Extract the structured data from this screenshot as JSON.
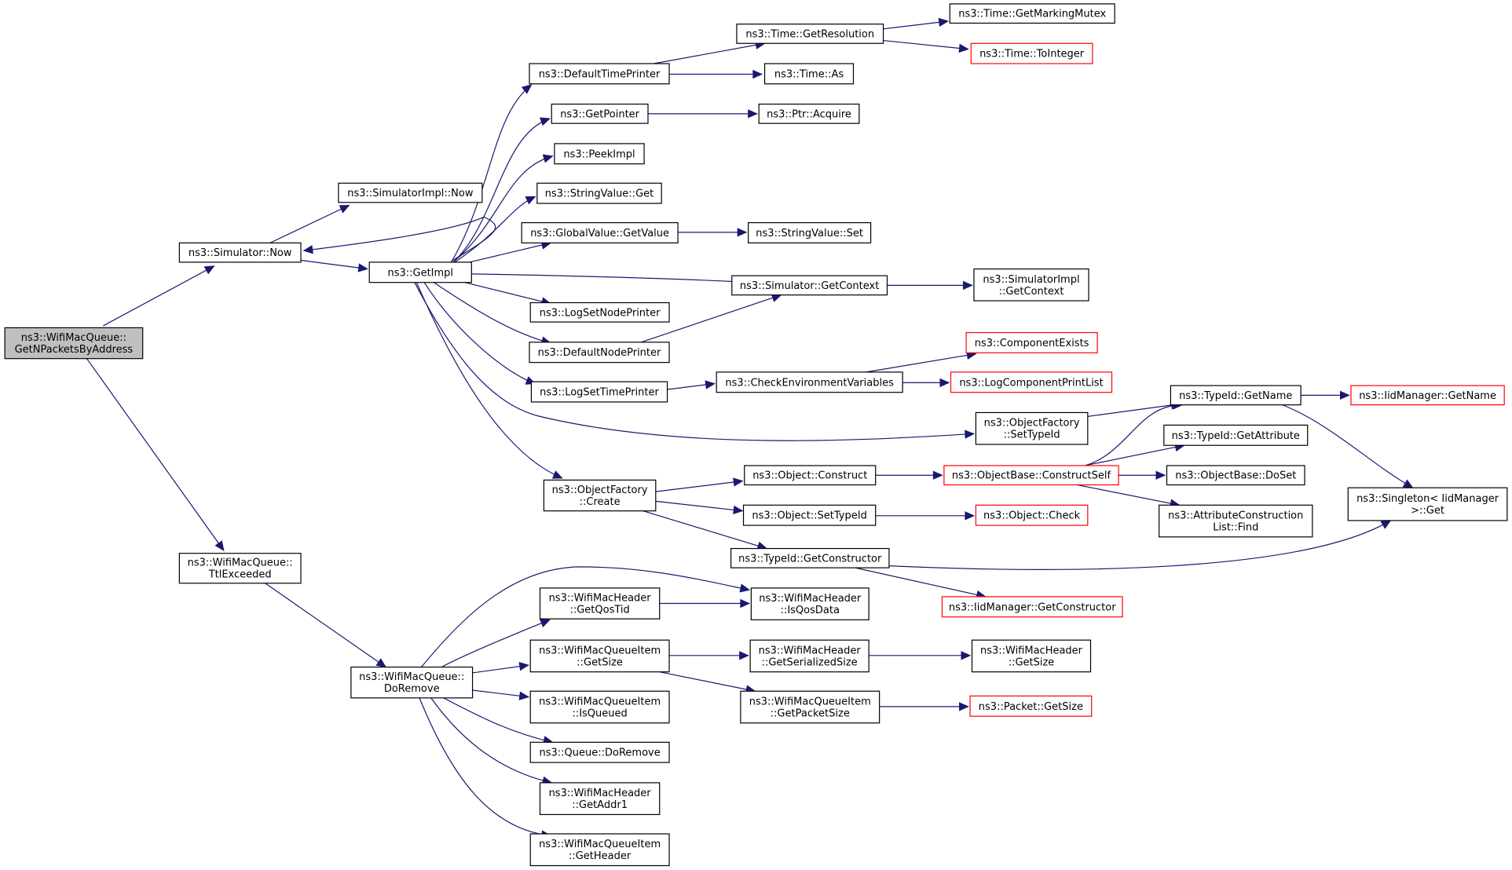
{
  "graph": {
    "colors": {
      "edge": "#191970",
      "root_fill": "#bfbfbf",
      "box_border": "#000000",
      "truncated_border": "#ff0000"
    },
    "nodes": [
      {
        "id": "root",
        "lines": [
          "ns3::WifiMacQueue::",
          "GetNPacketsByAddress"
        ],
        "root": true
      },
      {
        "id": "simnow",
        "lines": [
          "ns3::Simulator::Now"
        ]
      },
      {
        "id": "simimplnow",
        "lines": [
          "ns3::SimulatorImpl::Now"
        ]
      },
      {
        "id": "ttl",
        "lines": [
          "ns3::WifiMacQueue::",
          "TtlExceeded"
        ]
      },
      {
        "id": "getimpl",
        "lines": [
          "ns3::GetImpl"
        ]
      },
      {
        "id": "doremove",
        "lines": [
          "ns3::WifiMacQueue::",
          "DoRemove"
        ]
      },
      {
        "id": "dtp",
        "lines": [
          "ns3::DefaultTimePrinter"
        ]
      },
      {
        "id": "getpointer",
        "lines": [
          "ns3::GetPointer"
        ]
      },
      {
        "id": "peekimpl",
        "lines": [
          "ns3::PeekImpl"
        ]
      },
      {
        "id": "strget",
        "lines": [
          "ns3::StringValue::Get"
        ]
      },
      {
        "id": "gvgetvalue",
        "lines": [
          "ns3::GlobalValue::GetValue"
        ]
      },
      {
        "id": "logsetnode",
        "lines": [
          "ns3::LogSetNodePrinter"
        ]
      },
      {
        "id": "dnp",
        "lines": [
          "ns3::DefaultNodePrinter"
        ]
      },
      {
        "id": "logsettime",
        "lines": [
          "ns3::LogSetTimePrinter"
        ]
      },
      {
        "id": "ofcreate",
        "lines": [
          "ns3::ObjectFactory",
          "::Create"
        ]
      },
      {
        "id": "getqostid",
        "lines": [
          "ns3::WifiMacHeader",
          "::GetQosTid"
        ]
      },
      {
        "id": "mqigetsize",
        "lines": [
          "ns3::WifiMacQueueItem",
          "::GetSize"
        ]
      },
      {
        "id": "isqueued",
        "lines": [
          "ns3::WifiMacQueueItem",
          "::IsQueued"
        ]
      },
      {
        "id": "queuedoremove",
        "lines": [
          "ns3::Queue::DoRemove"
        ]
      },
      {
        "id": "getaddr1",
        "lines": [
          "ns3::WifiMacHeader",
          "::GetAddr1"
        ]
      },
      {
        "id": "getheader",
        "lines": [
          "ns3::WifiMacQueueItem",
          "::GetHeader"
        ]
      },
      {
        "id": "timegetres",
        "lines": [
          "ns3::Time::GetResolution"
        ]
      },
      {
        "id": "timeas",
        "lines": [
          "ns3::Time::As"
        ]
      },
      {
        "id": "ptracquire",
        "lines": [
          "ns3::Ptr::Acquire"
        ]
      },
      {
        "id": "strset",
        "lines": [
          "ns3::StringValue::Set"
        ]
      },
      {
        "id": "simgetctx",
        "lines": [
          "ns3::Simulator::GetContext"
        ]
      },
      {
        "id": "checkenv",
        "lines": [
          "ns3::CheckEnvironmentVariables"
        ]
      },
      {
        "id": "ofsettypeid",
        "lines": [
          "ns3::ObjectFactory",
          "::SetTypeId"
        ]
      },
      {
        "id": "objconstruct",
        "lines": [
          "ns3::Object::Construct"
        ]
      },
      {
        "id": "objsettypeid",
        "lines": [
          "ns3::Object::SetTypeId"
        ]
      },
      {
        "id": "tidgetctor",
        "lines": [
          "ns3::TypeId::GetConstructor"
        ]
      },
      {
        "id": "isqosdata",
        "lines": [
          "ns3::WifiMacHeader",
          "::IsQosData"
        ]
      },
      {
        "id": "getserialized",
        "lines": [
          "ns3::WifiMacHeader",
          "::GetSerializedSize"
        ]
      },
      {
        "id": "getpacketsize",
        "lines": [
          "ns3::WifiMacQueueItem",
          "::GetPacketSize"
        ]
      },
      {
        "id": "getmarkingmutex",
        "lines": [
          "ns3::Time::GetMarkingMutex"
        ]
      },
      {
        "id": "tointeger",
        "lines": [
          "ns3::Time::ToInteger"
        ],
        "truncated": true
      },
      {
        "id": "simimplgetctx",
        "lines": [
          "ns3::SimulatorImpl",
          "::GetContext"
        ]
      },
      {
        "id": "compexists",
        "lines": [
          "ns3::ComponentExists"
        ],
        "truncated": true
      },
      {
        "id": "logcompprint",
        "lines": [
          "ns3::LogComponentPrintList"
        ],
        "truncated": true
      },
      {
        "id": "objbaseconstruct",
        "lines": [
          "ns3::ObjectBase::ConstructSelf"
        ],
        "truncated": true
      },
      {
        "id": "objcheck",
        "lines": [
          "ns3::Object::Check"
        ],
        "truncated": true
      },
      {
        "id": "iidgetctor",
        "lines": [
          "ns3::IidManager::GetConstructor"
        ],
        "truncated": true
      },
      {
        "id": "hdrgetsize",
        "lines": [
          "ns3::WifiMacHeader",
          "::GetSize"
        ]
      },
      {
        "id": "pktgetsize",
        "lines": [
          "ns3::Packet::GetSize"
        ],
        "truncated": true
      },
      {
        "id": "tidgetname",
        "lines": [
          "ns3::TypeId::GetName"
        ]
      },
      {
        "id": "tidgetattr",
        "lines": [
          "ns3::TypeId::GetAttribute"
        ]
      },
      {
        "id": "objbasedoset",
        "lines": [
          "ns3::ObjectBase::DoSet"
        ]
      },
      {
        "id": "attrfind",
        "lines": [
          "ns3::AttributeConstruction",
          "List::Find"
        ]
      },
      {
        "id": "iidgetname",
        "lines": [
          "ns3::IidManager::GetName"
        ],
        "truncated": true
      },
      {
        "id": "singletonget",
        "lines": [
          "ns3::Singleton< IidManager",
          " >::Get"
        ]
      }
    ]
  }
}
